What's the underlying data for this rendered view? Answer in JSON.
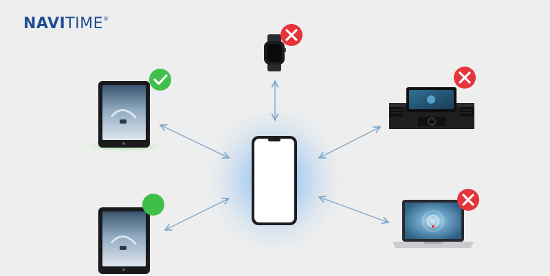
{
  "brand": {
    "part1": "NAVI",
    "part2": "TIME",
    "mark": "®",
    "color": "#1e4d96"
  },
  "colors": {
    "background": "#eeeeee",
    "arrow": "#7aa4c9",
    "glow": "#5da8ee",
    "ok": "#3fbf4a",
    "error": "#e5353b"
  },
  "devices": [
    {
      "name": "smartphone",
      "icon": "smartphone-icon",
      "status": "hub"
    },
    {
      "name": "smartwatch",
      "icon": "smartwatch-icon",
      "status": "unsupported",
      "badge": "x-icon"
    },
    {
      "name": "tablet",
      "icon": "tablet-icon",
      "status": "supported",
      "badge": "check-icon"
    },
    {
      "name": "car-display",
      "icon": "car-dashboard-icon",
      "status": "unsupported",
      "badge": "x-icon"
    },
    {
      "name": "tablet",
      "icon": "tablet-icon",
      "status": "supported",
      "badge": "dot-icon"
    },
    {
      "name": "laptop",
      "icon": "laptop-icon",
      "status": "unsupported",
      "badge": "x-icon"
    }
  ]
}
